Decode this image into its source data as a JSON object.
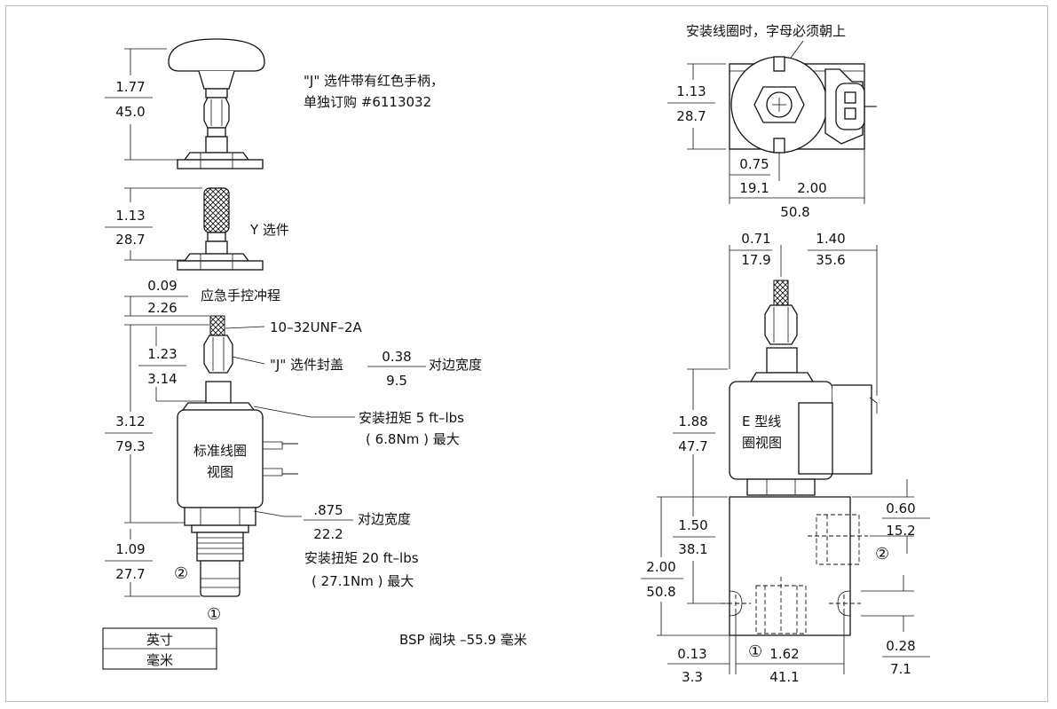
{
  "left": {
    "j_dim": {
      "in": "1.77",
      "mm": "45.0"
    },
    "j_note": [
      "\"J\" 选件带有红色手柄，",
      "单独订购 #6113032"
    ],
    "y_dim": {
      "in": "1.13",
      "mm": "28.7"
    },
    "y_label": "Y 选件",
    "stroke_dim": {
      "in": "0.09",
      "mm": "2.26"
    },
    "stroke_label": "应急手控冲程",
    "thread_label": "10–32UNF–2A",
    "cap_label": "\"J\" 选件封盖",
    "cap_dim": {
      "in": "0.38",
      "mm": "9.5"
    },
    "cap_suffix": "对边宽度",
    "dim_123": {
      "in": "1.23",
      "mm": "3.14"
    },
    "dim_312": {
      "in": "3.12",
      "mm": "79.3"
    },
    "torque_coil": [
      "安装扭矩 5 ft–lbs",
      "( 6.8Nm ) 最大"
    ],
    "coil_label": [
      "标准线圈",
      "视图"
    ],
    "hex_dim": {
      "in": ".875",
      "mm": "22.2"
    },
    "hex_suffix": "对边宽度",
    "torque_body": [
      "安装扭矩 20 ft–lbs",
      "( 27.1Nm ) 最大"
    ],
    "dim_109": {
      "in": "1.09",
      "mm": "27.7"
    },
    "port2": "②",
    "port1": "①",
    "legend": {
      "top": "英寸",
      "bottom": "毫米"
    }
  },
  "bsp_label": "BSP 阀块 –55.9 毫米",
  "right": {
    "top_note": "安装线圈时，字母必须朝上",
    "dim_113": {
      "in": "1.13",
      "mm": "28.7"
    },
    "dim_075": {
      "in": "0.75",
      "mm": "19.1"
    },
    "dim_200w": {
      "in": "2.00",
      "mm": "50.8"
    },
    "dim_071": {
      "in": "0.71",
      "mm": "17.9"
    },
    "dim_140": {
      "in": "1.40",
      "mm": "35.6"
    },
    "dim_188": {
      "in": "1.88",
      "mm": "47.7"
    },
    "e_coil_label": [
      "E 型线",
      "圈视图"
    ],
    "dim_150": {
      "in": "1.50",
      "mm": "38.1"
    },
    "dim_200h": {
      "in": "2.00",
      "mm": "50.8"
    },
    "dim_060": {
      "in": "0.60",
      "mm": "15.2"
    },
    "dim_028": {
      "in": "0.28",
      "mm": "7.1"
    },
    "dim_013": {
      "in": "0.13",
      "mm": "3.3"
    },
    "dim_162": {
      "in": "1.62",
      "mm": "41.1"
    },
    "port2": "②",
    "port1": "①"
  }
}
